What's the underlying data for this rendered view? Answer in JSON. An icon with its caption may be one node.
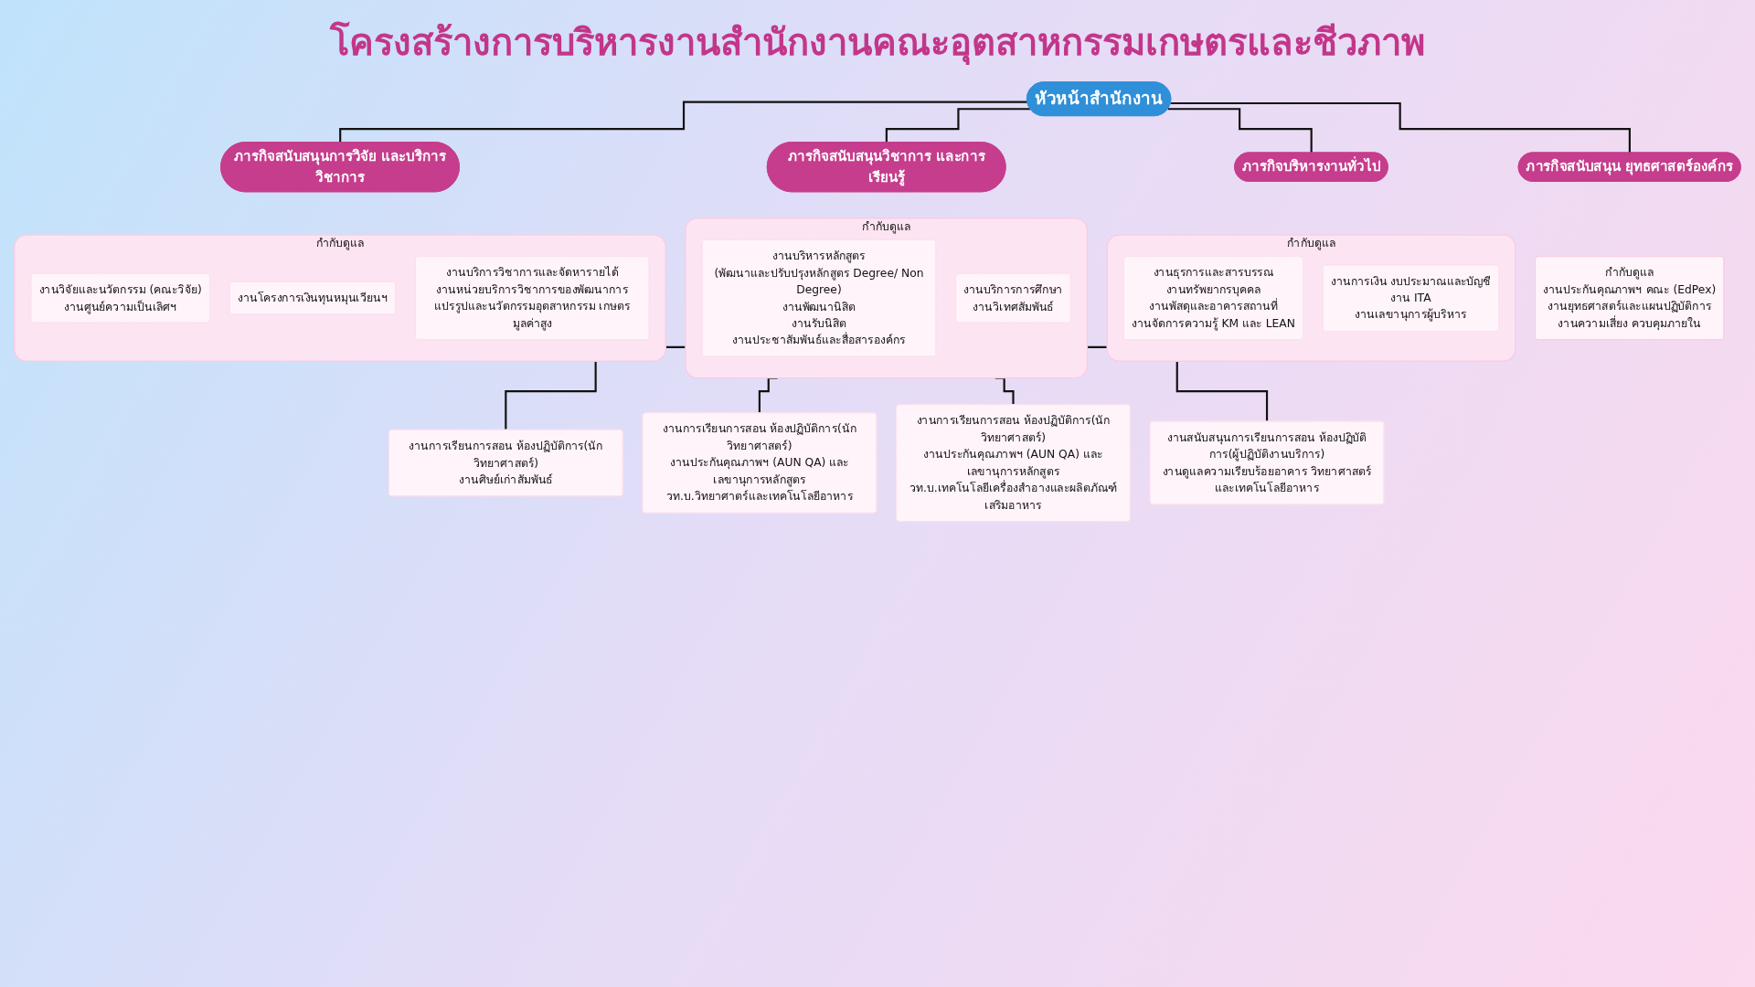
{
  "diagram": {
    "title": "โครงสร้างการบริหารงานสำนักงานคณะอุตสาหกรรมเกษตรและชีวภาพ",
    "nodes": [
      {
        "text": [
          "หัวหน้าสำนักงาน"
        ]
      },
      {
        "text": [
          "ภารกิจบริหารงานทั่วไป"
        ]
      },
      {
        "text": [
          "ภารกิจสนับสนุนวิชาการ และการเรียนรู้"
        ]
      },
      {
        "text": [
          "ภารกิจสนับสนุนการวิจัย และบริการวิชาการ"
        ]
      },
      {
        "text": [
          "ภารกิจสนับสนุน ยุทธศาสตร์องค์กร"
        ]
      },
      {
        "text": [
          "กำกับดูแล"
        ]
      },
      {
        "text": [
          "งานธุรการและสารบรรณ",
          "งานทรัพยากรบุคคล",
          "งานพัสดุและอาคารสถานที่",
          "งานจัดการความรู้ KM และ LEAN"
        ],
        "in": 5
      },
      {
        "text": [
          "งานการเงิน งบประมาณและบัญชี",
          "งาน ITA",
          "งานเลขานุการผู้บริหาร"
        ],
        "in": 5
      },
      {
        "text": [
          "กำกับดูแล"
        ]
      },
      {
        "text": [
          "งานบริหารหลักสูตร",
          "(พัฒนาและปรับปรุงหลักสูตร Degree/ Non Degree)",
          "งานพัฒนานิสิต",
          "งานรับนิสิต",
          "งานประชาสัมพันธ์และสื่อสารองค์กร"
        ],
        "in": 8
      },
      {
        "text": [
          "งานบริการการศึกษา",
          "งานวิเทศสัมพันธ์"
        ],
        "in": 8
      },
      {
        "text": [
          "กำกับดูแล"
        ]
      },
      {
        "text": [
          "งานวิจัยและนวัตกรรม (คณะวิจัย)",
          "งานศูนย์ความเป็นเลิศฯ"
        ],
        "in": 11
      },
      {
        "text": [
          "งานโครงการเงินทุนหมุนเวียนฯ"
        ],
        "in": 11
      },
      {
        "text": [
          "งานบริการวิชาการและจัดหารายได้",
          "งานหน่วยบริการวิชาการของพัฒนาการ แปรรูปและนวัตกรรมอุตสาหกรรม เกษตรมูลค่าสูง"
        ],
        "in": 11
      },
      {
        "text": [
          "กำกับดูแล",
          "งานประกันคุณภาพฯ คณะ (EdPex)",
          "งานยุทธศาสตร์และแผนปฏิบัติการ",
          "งานความเสี่ยง ควบคุมภายใน"
        ]
      },
      {
        "text": [
          "งานการเรียนการสอน ห้องปฏิบัติการ(นักวิทยาศาสตร์)",
          "งานศิษย์เก่าสัมพันธ์"
        ]
      },
      {
        "text": [
          "งานการเรียนการสอน ห้องปฏิบัติการ(นักวิทยาศาสตร์)",
          "งานประกันคุณภาพฯ (AUN QA) และเลขานุการหลักสูตร",
          "วท.บ.วิทยาศาตร์และเทคโนโลยีอาหาร"
        ]
      },
      {
        "text": [
          "งานการเรียนการสอน ห้องปฏิบัติการ(นักวิทยาศาสตร์)",
          "งานประกันคุณภาพฯ (AUN QA) และเลขานุการหลักสูตร",
          "วท.บ.เทคโนโลยีเครื่องสำอางและผลิตภัณฑ์เสริมอาหาร"
        ]
      },
      {
        "text": [
          "งานสนับสนุนการเรียนการสอน ห้องปฏิบัติการ(ผู้ปฏิบัติงานบริการ)",
          "งานดูแลความเรียบร้อยอาคาร วิทยาศาสตร์และเทคโนโลยีอาหาร"
        ]
      }
    ],
    "edges": [
      {
        "from": 0,
        "to": 1,
        "arrow": "none"
      },
      {
        "from": 0,
        "to": 2,
        "arrow": "none"
      },
      {
        "from": 0,
        "to": 3,
        "arrow": "none"
      },
      {
        "from": 0,
        "to": 4,
        "arrow": "none"
      },
      {
        "from": 8,
        "to": 16,
        "arrow": "none"
      },
      {
        "from": 8,
        "to": 17,
        "arrow": "none"
      },
      {
        "from": 8,
        "to": 18,
        "arrow": "none"
      },
      {
        "from": 8,
        "to": 19,
        "arrow": "none"
      }
    ]
  }
}
